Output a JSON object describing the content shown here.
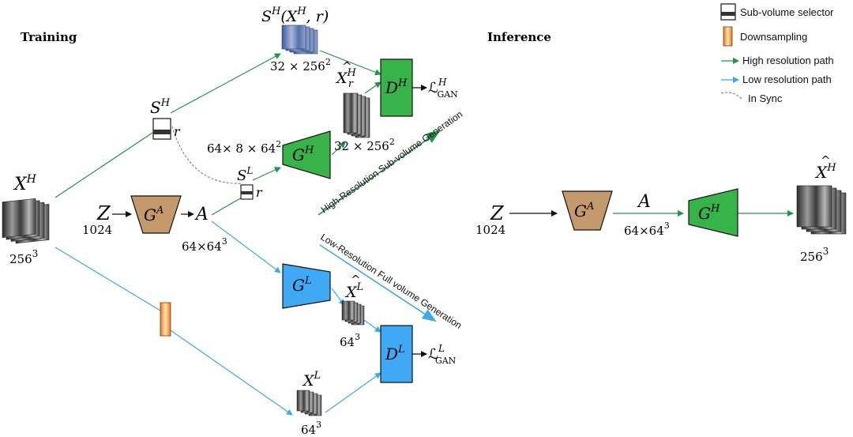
{
  "headings": {
    "training": "Training",
    "inference": "Inference"
  },
  "legend": {
    "selector": "Sub-volume selector",
    "downsampling": "Downsampling",
    "high_path": "High resolution path",
    "low_path": "Low resolution path",
    "sync": "In Sync"
  },
  "colors": {
    "green_path": "#1e9648",
    "blue_path": "#3fa9e8",
    "generator_ga": "#c49a6c",
    "generator_gh": "#37b34a",
    "generator_gl": "#3fa9f5",
    "disc_dh": "#37b34a",
    "disc_dl": "#3fa9f5",
    "downsample": "#f08a1c"
  },
  "training": {
    "xh_label": "X",
    "xh_sup": "H",
    "xh_dim": "256",
    "xh_dim_sup": "3",
    "sh_label": "S",
    "sh_sup": "H",
    "r_label": "r",
    "shx_main": "S",
    "shx_sup": "H",
    "shx_args": "(X",
    "shx_args_sup": "H",
    "shx_close": ", r)",
    "shx_dim": "32 × 256",
    "shx_dim_sup": "2",
    "xhat_h_label": "X",
    "xhat_h_sup": "H",
    "xhat_h_sub": "r",
    "xhat_h_dim": "32 × 256",
    "xhat_h_dim_sup": "2",
    "dh_label": "D",
    "dh_sup": "H",
    "loss_h": "ℒ",
    "loss_h_sup": "H",
    "loss_h_sub": "GAN",
    "gh_input_dim": "64× 8 × 64",
    "gh_input_dim_sup": "2",
    "gh_label": "G",
    "gh_sup": "H",
    "sl_label": "S",
    "sl_sup": "L",
    "sl_r": "r",
    "z_label": "Z",
    "z_dim": "1024",
    "ga_label": "G",
    "ga_sup": "A",
    "a_label": "A",
    "a_dim": "64×64",
    "a_dim_sup": "3",
    "gl_label": "G",
    "gl_sup": "L",
    "xhat_l_label": "X",
    "xhat_l_sup": "L",
    "xhat_l_dim": "64",
    "xhat_l_dim_sup": "3",
    "dl_label": "D",
    "dl_sup": "L",
    "loss_l": "ℒ",
    "loss_l_sup": "L",
    "loss_l_sub": "GAN",
    "xl_label": "X",
    "xl_sup": "L",
    "xl_dim": "64",
    "xl_dim_sup": "3",
    "high_gen_text": "High-Resolution Sub-volume Generation",
    "low_gen_text": "Low-Resolution Full volume Generation"
  },
  "inference": {
    "z_label": "Z",
    "z_dim": "1024",
    "ga_label": "G",
    "ga_sup": "A",
    "a_label": "A",
    "a_dim": "64×64",
    "a_dim_sup": "3",
    "gh_label": "G",
    "gh_sup": "H",
    "out_label": "X",
    "out_sup": "H",
    "out_dim": "256",
    "out_dim_sup": "3"
  }
}
